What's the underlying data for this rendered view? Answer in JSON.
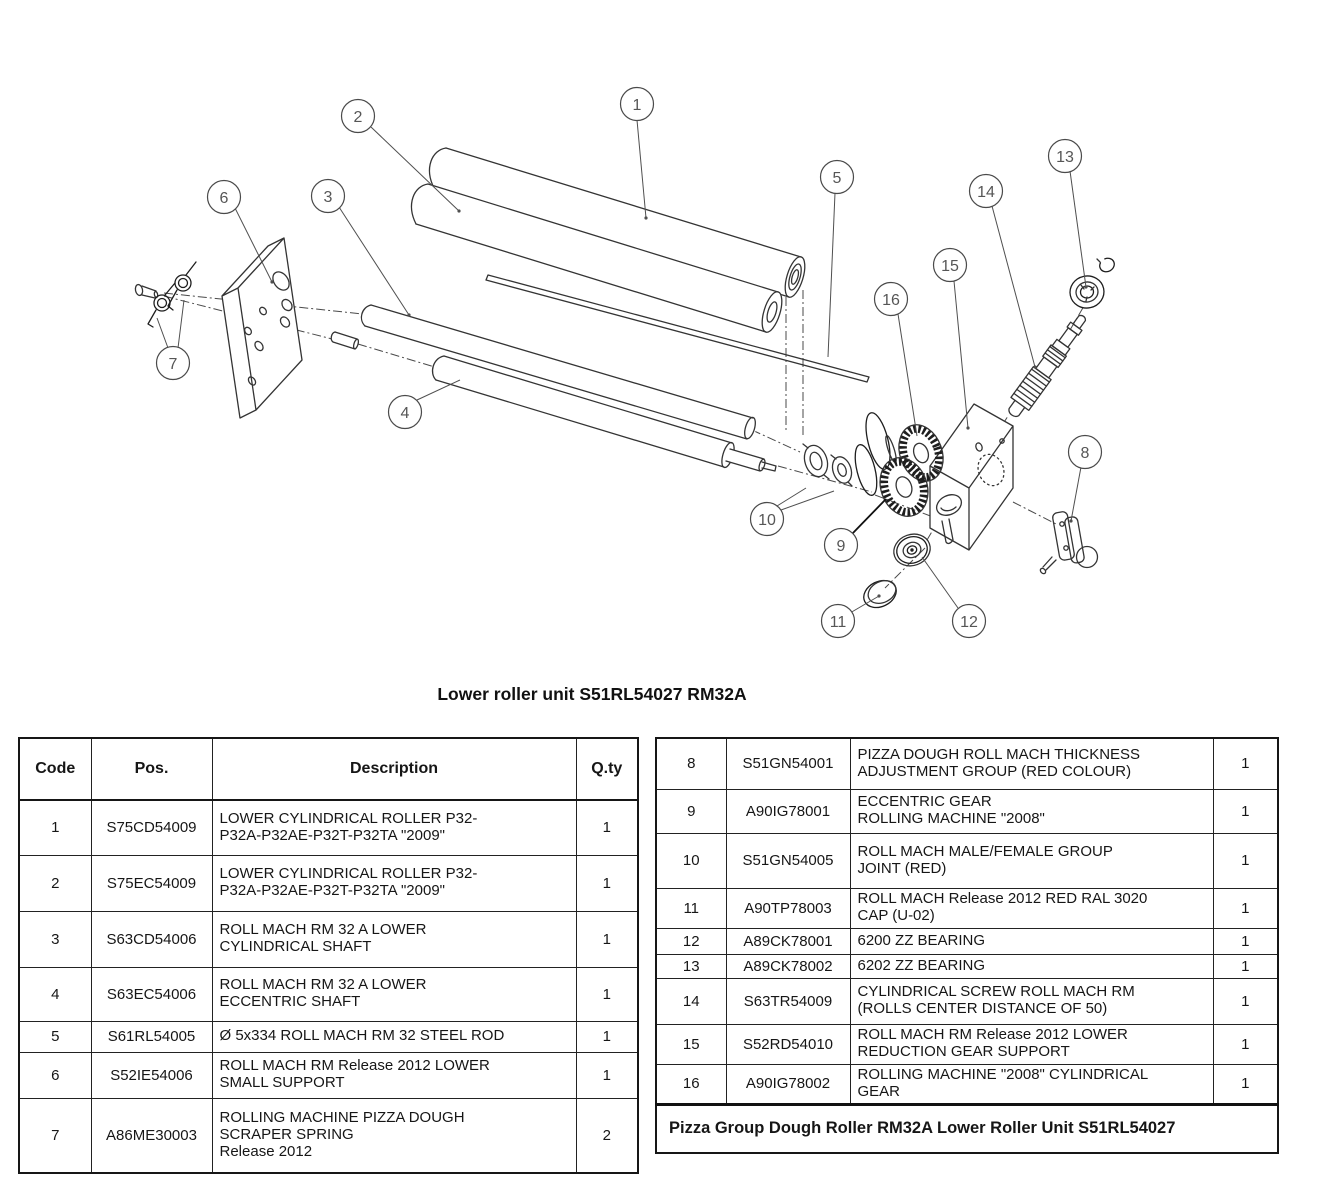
{
  "title": "Lower roller unit S51RL54027 RM32A",
  "diagram": {
    "callouts": [
      {
        "number": "1"
      },
      {
        "number": "2"
      },
      {
        "number": "3"
      },
      {
        "number": "4"
      },
      {
        "number": "5"
      },
      {
        "number": "6"
      },
      {
        "number": "7"
      },
      {
        "number": "8"
      },
      {
        "number": "9"
      },
      {
        "number": "10"
      },
      {
        "number": "11"
      },
      {
        "number": "12"
      },
      {
        "number": "13"
      },
      {
        "number": "14"
      },
      {
        "number": "15"
      },
      {
        "number": "16"
      }
    ]
  },
  "parts_table_left": {
    "headers": {
      "code": "Code",
      "pos": "Pos.",
      "description": "Description",
      "qty": "Q.ty"
    },
    "rows": [
      {
        "code": "1",
        "pos": "S75CD54009",
        "description": "LOWER CYLINDRICAL ROLLER P32-\nP32A-P32AE-P32T-P32TA \"2009\"",
        "qty": "1"
      },
      {
        "code": "2",
        "pos": "S75EC54009",
        "description": "LOWER CYLINDRICAL ROLLER P32-\nP32A-P32AE-P32T-P32TA \"2009\"",
        "qty": "1"
      },
      {
        "code": "3",
        "pos": "S63CD54006",
        "description": "ROLL MACH RM 32 A LOWER\nCYLINDRICAL SHAFT",
        "qty": "1"
      },
      {
        "code": "4",
        "pos": "S63EC54006",
        "description": "ROLL MACH RM 32 A LOWER\nECCENTRIC SHAFT",
        "qty": "1"
      },
      {
        "code": "5",
        "pos": "S61RL54005",
        "description": "Ø 5x334 ROLL MACH RM 32 STEEL ROD",
        "qty": "1"
      },
      {
        "code": "6",
        "pos": "S52IE54006",
        "description": "ROLL MACH RM Release 2012 LOWER\nSMALL SUPPORT",
        "qty": "1"
      },
      {
        "code": "7",
        "pos": "A86ME30003",
        "description": "ROLLING MACHINE PIZZA DOUGH\nSCRAPER SPRING\nRelease 2012",
        "qty": "2"
      }
    ]
  },
  "parts_table_right": {
    "rows": [
      {
        "code": "8",
        "pos": "S51GN54001",
        "description": "PIZZA DOUGH ROLL MACH THICKNESS\nADJUSTMENT GROUP (RED COLOUR)",
        "qty": "1"
      },
      {
        "code": "9",
        "pos": "A90IG78001",
        "description": "ECCENTRIC GEAR\nROLLING MACHINE \"2008\"",
        "qty": "1"
      },
      {
        "code": "10",
        "pos": "S51GN54005",
        "description": "ROLL MACH MALE/FEMALE GROUP\nJOINT (RED)",
        "qty": "1"
      },
      {
        "code": "11",
        "pos": "A90TP78003",
        "description": "ROLL MACH Release 2012 RED RAL 3020\nCAP (U-02)",
        "qty": "1"
      },
      {
        "code": "12",
        "pos": "A89CK78001",
        "description": "6200 ZZ BEARING",
        "qty": "1"
      },
      {
        "code": "13",
        "pos": "A89CK78002",
        "description": "6202 ZZ BEARING",
        "qty": "1"
      },
      {
        "code": "14",
        "pos": "S63TR54009",
        "description": "CYLINDRICAL SCREW ROLL MACH RM\n(ROLLS CENTER DISTANCE OF 50)",
        "qty": "1"
      },
      {
        "code": "15",
        "pos": "S52RD54010",
        "description": "ROLL MACH RM Release 2012 LOWER\nREDUCTION GEAR SUPPORT",
        "qty": "1"
      },
      {
        "code": "16",
        "pos": "A90IG78002",
        "description": "ROLLING MACHINE \"2008\" CYLINDRICAL\nGEAR",
        "qty": "1"
      }
    ],
    "footer": "Pizza Group Dough Roller RM32A Lower Roller Unit S51RL54027"
  }
}
